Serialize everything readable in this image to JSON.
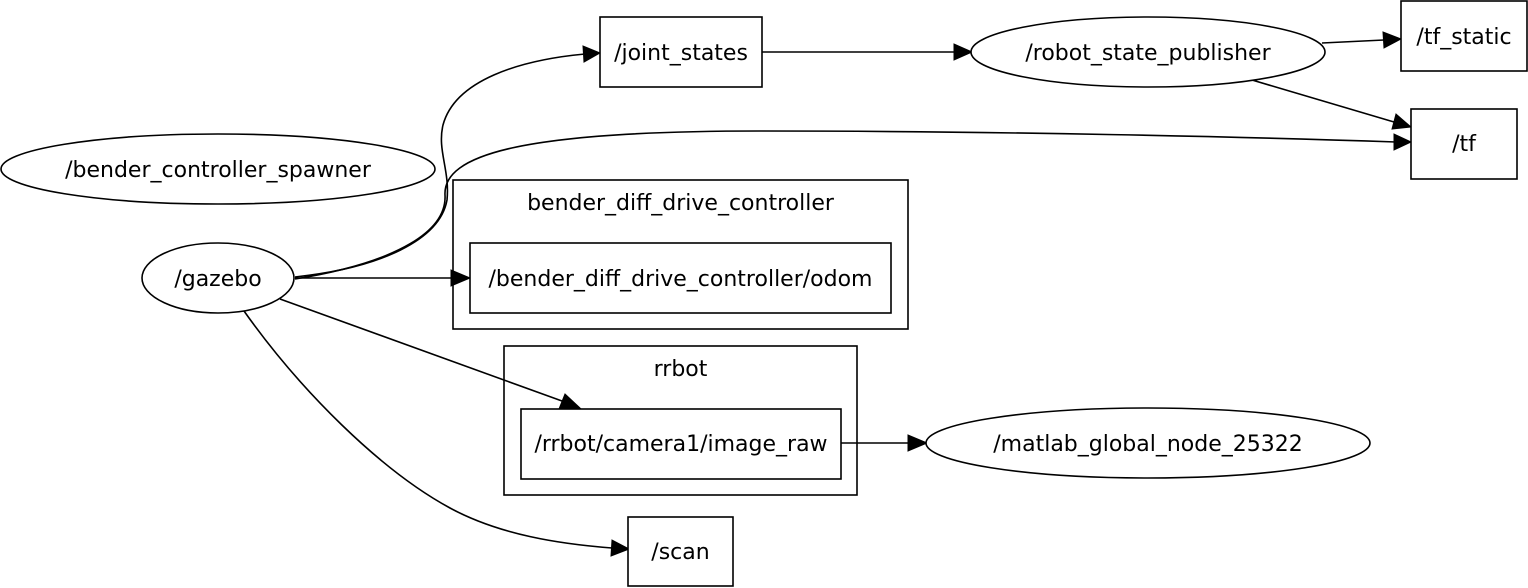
{
  "graph": {
    "clusters": {
      "bender_diff_drive_controller": {
        "label": "bender_diff_drive_controller"
      },
      "rrbot": {
        "label": "rrbot"
      }
    },
    "nodes": {
      "bender_controller_spawner": {
        "label": "/bender_controller_spawner",
        "shape": "ellipse"
      },
      "gazebo": {
        "label": "/gazebo",
        "shape": "ellipse"
      },
      "joint_states": {
        "label": "/joint_states",
        "shape": "box"
      },
      "robot_state_publisher": {
        "label": "/robot_state_publisher",
        "shape": "ellipse"
      },
      "tf_static": {
        "label": "/tf_static",
        "shape": "box"
      },
      "tf": {
        "label": "/tf",
        "shape": "box"
      },
      "odom": {
        "label": "/bender_diff_drive_controller/odom",
        "shape": "box"
      },
      "image_raw": {
        "label": "/rrbot/camera1/image_raw",
        "shape": "box"
      },
      "matlab_global_node": {
        "label": "/matlab_global_node_25322",
        "shape": "ellipse"
      },
      "scan": {
        "label": "/scan",
        "shape": "box"
      }
    },
    "edges": [
      {
        "from": "/gazebo",
        "to": "/joint_states"
      },
      {
        "from": "/gazebo",
        "to": "/tf"
      },
      {
        "from": "/gazebo",
        "to": "/bender_diff_drive_controller/odom"
      },
      {
        "from": "/gazebo",
        "to": "/rrbot/camera1/image_raw"
      },
      {
        "from": "/gazebo",
        "to": "/scan"
      },
      {
        "from": "/joint_states",
        "to": "/robot_state_publisher"
      },
      {
        "from": "/robot_state_publisher",
        "to": "/tf_static"
      },
      {
        "from": "/robot_state_publisher",
        "to": "/tf"
      },
      {
        "from": "/rrbot/camera1/image_raw",
        "to": "/matlab_global_node_25322"
      }
    ]
  }
}
